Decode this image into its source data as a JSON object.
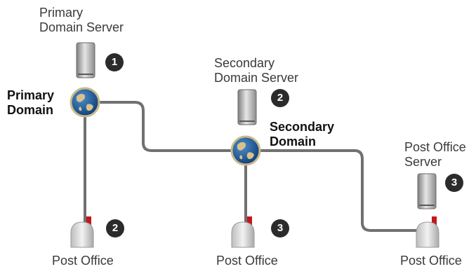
{
  "labels": {
    "primary_server_1": "Primary",
    "primary_server_2": "Domain Server",
    "primary_domain_1": "Primary",
    "primary_domain_2": "Domain",
    "secondary_server_1": "Secondary",
    "secondary_server_2": "Domain Server",
    "secondary_domain_1": "Secondary",
    "secondary_domain_2": "Domain",
    "po_server_1": "Post Office",
    "po_server_2": "Server",
    "post_office_left": "Post Office",
    "post_office_middle": "Post Office",
    "post_office_right": "Post Office"
  },
  "badges": {
    "primary_server": "1",
    "secondary_server": "2",
    "po_left": "2",
    "po_middle": "3",
    "po_server": "3"
  },
  "icons": {
    "server": "server-tower-icon",
    "domain": "globe-icon",
    "post_office": "post-office-mailbox-icon"
  },
  "colors": {
    "connector": "#707070",
    "badge": "#2b2b2b",
    "mailbox_flag": "#c4161c"
  }
}
